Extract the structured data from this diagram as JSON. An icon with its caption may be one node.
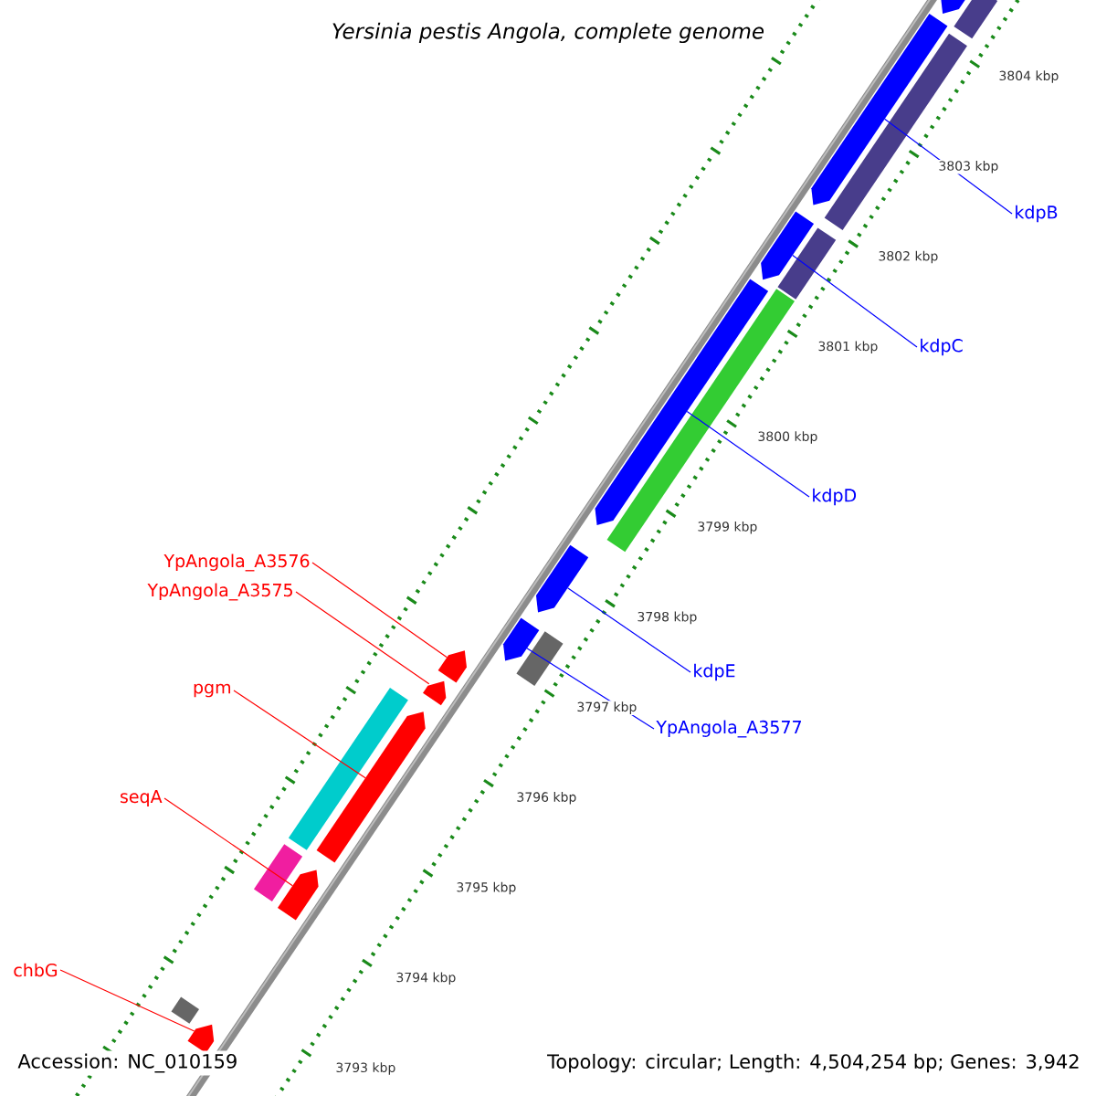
{
  "diagram": {
    "title": "Yersinia pestis Angola, complete genome",
    "nodes": [
      {
        "text": [
          "YpAngola_A3576"
        ]
      },
      {
        "text": [
          "YpAngola_A3575"
        ]
      },
      {
        "text": [
          "pgm"
        ]
      },
      {
        "text": [
          "seqA"
        ]
      },
      {
        "text": [
          "chbG"
        ]
      },
      {
        "text": [
          "kdpB"
        ]
      },
      {
        "text": [
          "kdpC"
        ]
      },
      {
        "text": [
          "kdpD"
        ]
      },
      {
        "text": [
          "kdpE"
        ]
      },
      {
        "text": [
          "YpAngola_A3577"
        ]
      },
      {
        "text": [],
        "shape": "bar"
      },
      {
        "text": [],
        "shape": "bar"
      },
      {
        "text": [],
        "shape": "bar"
      },
      {
        "text": [],
        "shape": "bar"
      },
      {
        "text": [],
        "shape": "bar"
      },
      {
        "text": [],
        "shape": "bar"
      },
      {
        "text": [],
        "shape": "bar"
      },
      {
        "text": [],
        "shape": "bar"
      },
      {
        "text": [],
        "shape": "bar"
      },
      {
        "text": [],
        "shape": "bar"
      },
      {
        "text": [],
        "shape": "bar"
      },
      {
        "text": [],
        "shape": "bar"
      },
      {
        "text": [],
        "shape": "bar"
      },
      {
        "text": [],
        "shape": "bar"
      },
      {
        "text": [],
        "shape": "bar"
      },
      {
        "text": [],
        "shape": "bar"
      },
      {
        "text": [],
        "shape": "bar"
      },
      {
        "text": [],
        "shape": "bar"
      },
      {
        "text": [],
        "shape": "bar"
      }
    ],
    "edges": [
      {
        "from": 0,
        "to": 21,
        "arrow": "none",
        "color": "#ff0000"
      },
      {
        "from": 1,
        "to": 22,
        "arrow": "none",
        "color": "#ff0000"
      },
      {
        "from": 2,
        "to": 24,
        "arrow": "none",
        "color": "#ff0000"
      },
      {
        "from": 3,
        "to": 25,
        "arrow": "none",
        "color": "#ff0000"
      },
      {
        "from": 4,
        "to": 28,
        "arrow": "none",
        "color": "#ff0000"
      },
      {
        "from": 5,
        "to": 12,
        "arrow": "none",
        "color": "#0000ff"
      },
      {
        "from": 6,
        "to": 14,
        "arrow": "none",
        "color": "#0000ff"
      },
      {
        "from": 7,
        "to": 16,
        "arrow": "none",
        "color": "#0000ff"
      },
      {
        "from": 8,
        "to": 18,
        "arrow": "none",
        "color": "#0000ff"
      },
      {
        "from": 9,
        "to": 20,
        "arrow": "none",
        "color": "#0000ff"
      }
    ],
    "labels": [
      "3804 kbp",
      "3803 kbp",
      "3802 kbp",
      "3801 kbp",
      "3800 kbp",
      "3799 kbp",
      "3798 kbp",
      "3797 kbp",
      "3796 kbp",
      "3795 kbp",
      "3794 kbp",
      "3793 kbp",
      "Accession: NC_010159",
      "Topology: circular; Length: 4,504,254 bp; Genes: 3,942"
    ]
  }
}
